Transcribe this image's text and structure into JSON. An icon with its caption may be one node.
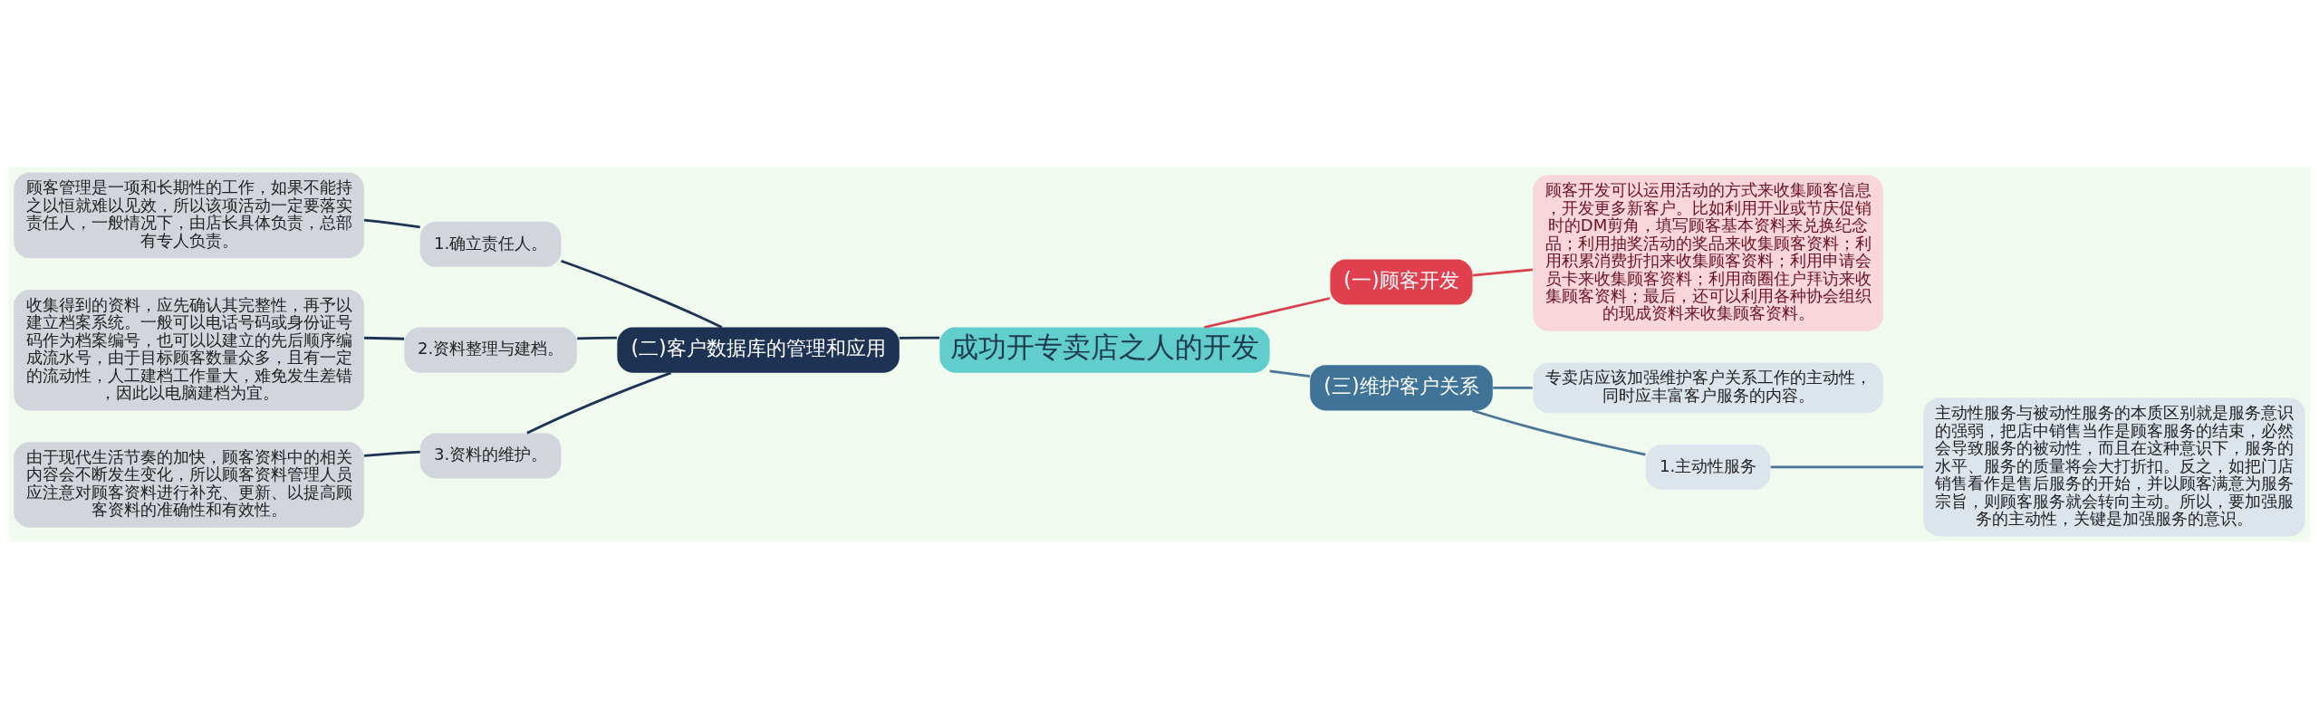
{
  "diagram": {
    "nodes": [
      {
        "text": [
          "成功开专卖店之人的开发"
        ]
      },
      {
        "text": [
          "(二)客户数据库的管理和应用"
        ]
      },
      {
        "text": [
          "1.确立责任人。"
        ]
      },
      {
        "text": [
          "顾客管理是一项和长期性的工作，如果不能持之以恒就难以见效，所以该项活动一定要落实责任人，一般情况下，由店长具体负责，总部有专人负责。"
        ]
      },
      {
        "text": [
          "2.资料整理与建档。"
        ]
      },
      {
        "text": [
          "收集得到的资料，应先确认其完整性，再予以建立档案系统。一般可以电话号码或身份证号码作为档案编号，也可以以建立的先后顺序编成流水号，由于目标顾客数量众多，且有一定的流动性，人工建档工作量大，难免发生差错，因此以电脑建档为宜。"
        ]
      },
      {
        "text": [
          "3.资料的维护。"
        ]
      },
      {
        "text": [
          "由于现代生活节奏的加快，顾客资料中的相关内容会不断发生变化，所以顾客资料管理人员应注意对顾客资料进行补充、更新、以提高顾客资料的准确性和有效性。"
        ]
      },
      {
        "text": [
          "(一)顾客开发"
        ]
      },
      {
        "text": [
          "顾客开发可以运用活动的方式来收集顾客信息，开发更多新客户。比如利用开业或节庆促销时的DM剪角，填写顾客基本资料来兑换纪念品；利用抽奖活动的奖品来收集顾客资料；利用积累消费折扣来收集顾客资料；利用申请会员卡来收集顾客资料；利用商圈住户拜访来收集顾客资料；最后，还可以利用各种协会组织的现成资料来收集顾客资料。"
        ]
      },
      {
        "text": [
          "(三)维护客户关系"
        ]
      },
      {
        "text": [
          "专卖店应该加强维护客户关系工作的主动性，同时应丰富客户服务的内容。"
        ]
      },
      {
        "text": [
          "1.主动性服务"
        ]
      },
      {
        "text": [
          "主动性服务与被动性服务的本质区别就是服务意识的强弱，把店中销售当作是顾客服务的结束，必然会导致服务的被动性，而且在这种意识下，服务的水平、服务的质量将会大打折扣。反之，如把门店销售看作是售后服务的开始，并以顾客满意为服务宗旨，则顾客服务就会转向主动。所以，要加强服务的主动性，关键是加强服务的意识。"
        ]
      }
    ],
    "edges": [
      {
        "from": 0,
        "to": 1,
        "arrow": "none"
      },
      {
        "from": 1,
        "to": 2,
        "arrow": "none"
      },
      {
        "from": 2,
        "to": 3,
        "arrow": "none"
      },
      {
        "from": 1,
        "to": 4,
        "arrow": "none"
      },
      {
        "from": 4,
        "to": 5,
        "arrow": "none"
      },
      {
        "from": 1,
        "to": 6,
        "arrow": "none"
      },
      {
        "from": 6,
        "to": 7,
        "arrow": "none"
      },
      {
        "from": 0,
        "to": 8,
        "arrow": "none",
        "color": "#d9404e"
      },
      {
        "from": 8,
        "to": 9,
        "arrow": "none",
        "color": "#d9404e"
      },
      {
        "from": 0,
        "to": 10,
        "arrow": "none",
        "color": "#4a7596"
      },
      {
        "from": 10,
        "to": 11,
        "arrow": "none",
        "color": "#4a7596"
      },
      {
        "from": 10,
        "to": 12,
        "arrow": "none",
        "color": "#4a7596"
      },
      {
        "from": 12,
        "to": 13,
        "arrow": "none",
        "color": "#4a7596"
      }
    ]
  }
}
